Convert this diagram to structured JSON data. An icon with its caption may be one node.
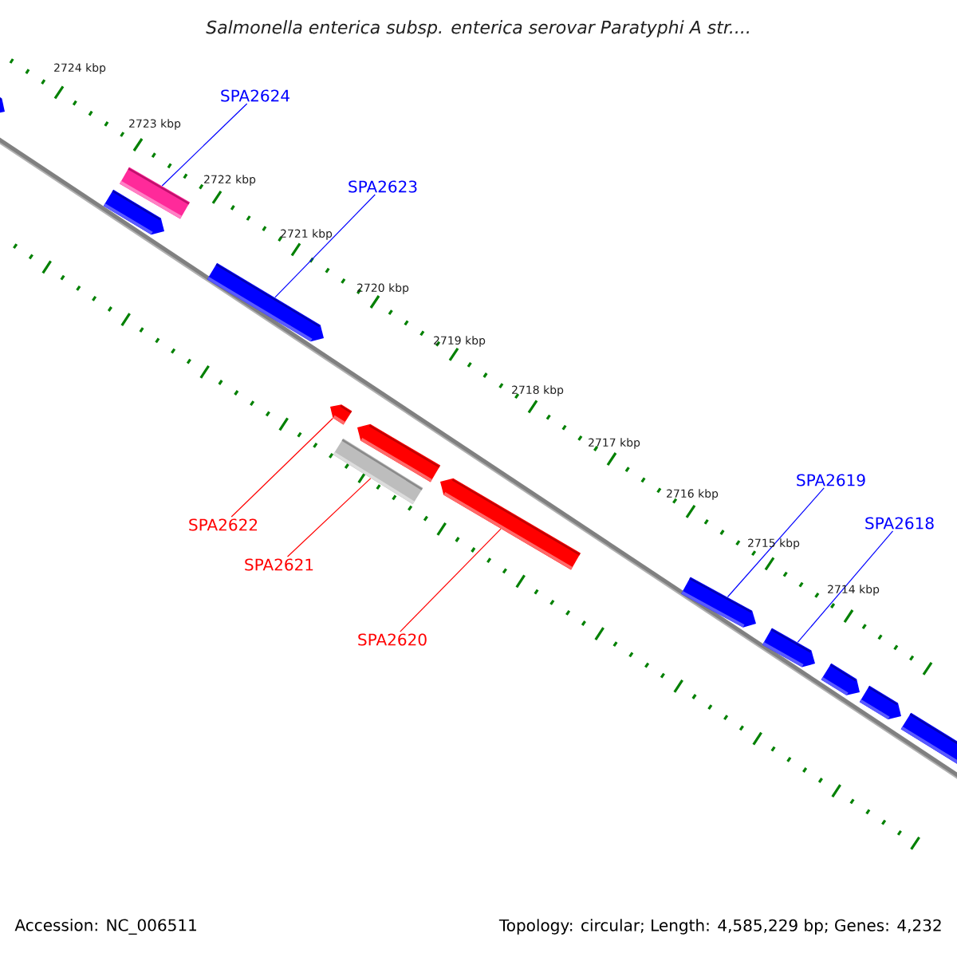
{
  "diagram": {
    "title": "Salmonella enterica subsp. enterica serovar Paratyphi A str....",
    "nodes": [
      {
        "text": [
          "SPA2624"
        ]
      },
      {
        "text": [
          "SPA2623"
        ]
      },
      {
        "text": [
          "SPA2619"
        ]
      },
      {
        "text": [
          "SPA2618"
        ]
      },
      {
        "text": [
          "SPA2622"
        ]
      },
      {
        "text": [
          "SPA2621"
        ]
      },
      {
        "text": [
          "SPA2620"
        ]
      },
      {
        "text": [],
        "shape": "bar"
      },
      {
        "text": [],
        "shape": "bar"
      },
      {
        "text": [],
        "shape": "bar"
      },
      {
        "text": [],
        "shape": "bar"
      },
      {
        "text": [],
        "shape": "bar"
      },
      {
        "text": [],
        "shape": "bar"
      },
      {
        "text": [],
        "shape": "bar"
      },
      {
        "text": [],
        "shape": "bar"
      },
      {
        "text": [],
        "shape": "bar"
      },
      {
        "text": [],
        "shape": "bar"
      },
      {
        "text": [],
        "shape": "bar"
      },
      {
        "text": [],
        "shape": "bar"
      },
      {
        "text": [],
        "shape": "bar"
      }
    ],
    "edges": [
      {
        "from": 0,
        "to": 9,
        "arrow": "none"
      },
      {
        "from": 1,
        "to": 10,
        "arrow": "none"
      },
      {
        "from": 2,
        "to": 15,
        "arrow": "none"
      },
      {
        "from": 3,
        "to": 16,
        "arrow": "none"
      },
      {
        "from": 4,
        "to": 11,
        "arrow": "none",
        "color": "#ff0000"
      },
      {
        "from": 5,
        "to": 12,
        "arrow": "none",
        "color": "#ff0000"
      },
      {
        "from": 6,
        "to": 14,
        "arrow": "none",
        "color": "#ff0000"
      }
    ],
    "labels": [
      "2724 kbp",
      "2723 kbp",
      "2722 kbp",
      "2721 kbp",
      "2720 kbp",
      "2719 kbp",
      "2718 kbp",
      "2717 kbp",
      "2716 kbp",
      "2715 kbp",
      "2714 kbp",
      "Accession: NC_006511",
      "Topology: circular; Length: 4,585,229 bp; Genes: 4,232"
    ]
  }
}
